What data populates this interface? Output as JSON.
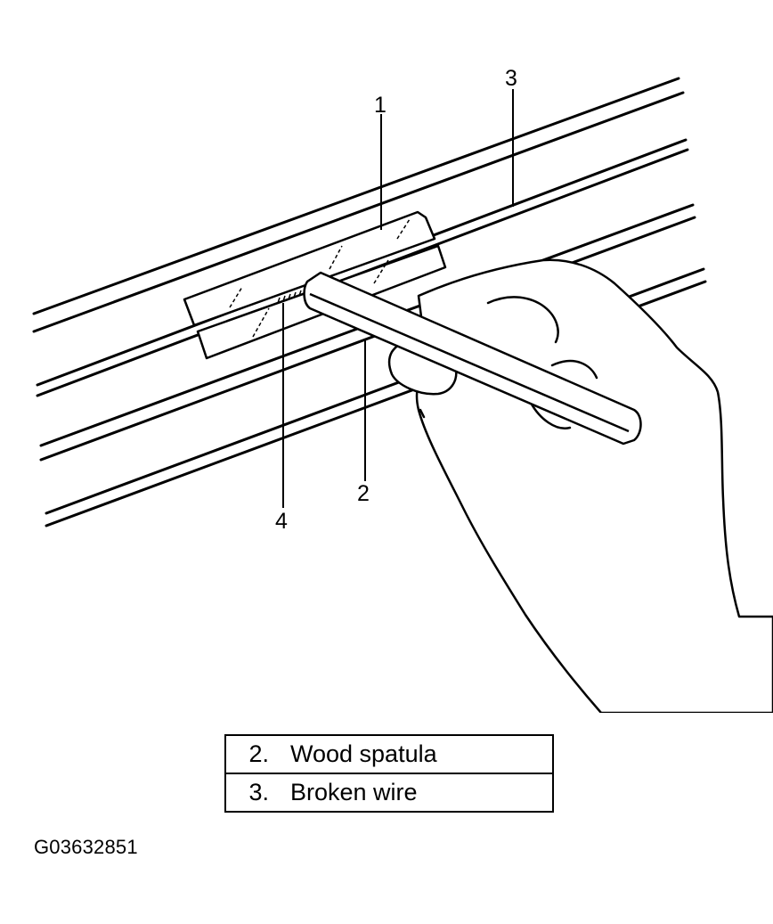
{
  "figure": {
    "callouts": [
      "1",
      "2",
      "3",
      "4"
    ],
    "legend": [
      {
        "number": "2.",
        "text": "Wood spatula"
      },
      {
        "number": "3.",
        "text": "Broken wire"
      }
    ],
    "code": "G03632851"
  }
}
